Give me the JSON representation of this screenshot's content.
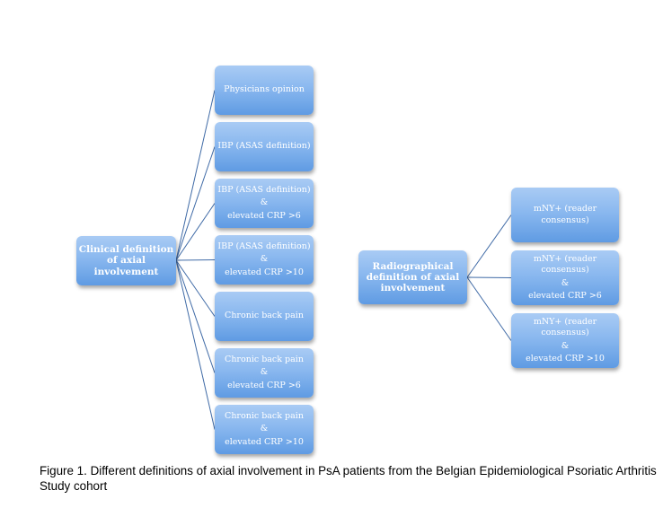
{
  "diagram": {
    "clinical": {
      "root_lines": [
        "Clinical definition",
        "of axial",
        "involvement"
      ],
      "children": [
        {
          "lines": [
            "Physicians opinion"
          ]
        },
        {
          "lines": [
            "IBP (ASAS definition)"
          ]
        },
        {
          "lines": [
            "IBP (ASAS definition)",
            "&",
            "elevated CRP >6"
          ]
        },
        {
          "lines": [
            "IBP (ASAS definition)",
            "&",
            "elevated CRP >10"
          ]
        },
        {
          "lines": [
            "Chronic back pain"
          ]
        },
        {
          "lines": [
            "Chronic back pain",
            "&",
            "elevated CRP >6"
          ]
        },
        {
          "lines": [
            "Chronic back pain",
            "&",
            "elevated CRP >10"
          ]
        }
      ]
    },
    "radiographical": {
      "root_lines": [
        "Radiographical",
        "definition of axial",
        "involvement"
      ],
      "children": [
        {
          "lines": [
            "mNY+ (reader",
            "consensus)"
          ]
        },
        {
          "lines": [
            "mNY+ (reader",
            "consensus)",
            "&",
            "elevated CRP >6"
          ]
        },
        {
          "lines": [
            "mNY+ (reader",
            "consensus)",
            "&",
            "elevated CRP >10"
          ]
        }
      ]
    },
    "colors": {
      "box_top": "#a9cbf4",
      "box_bottom": "#5f9be3",
      "connector": "#3f6aa6",
      "text": "#ffffff"
    }
  },
  "caption": "Figure 1. Different definitions of axial involvement in PsA patients from the Belgian Epidemiological Psoriatic Arthritis Study cohort"
}
